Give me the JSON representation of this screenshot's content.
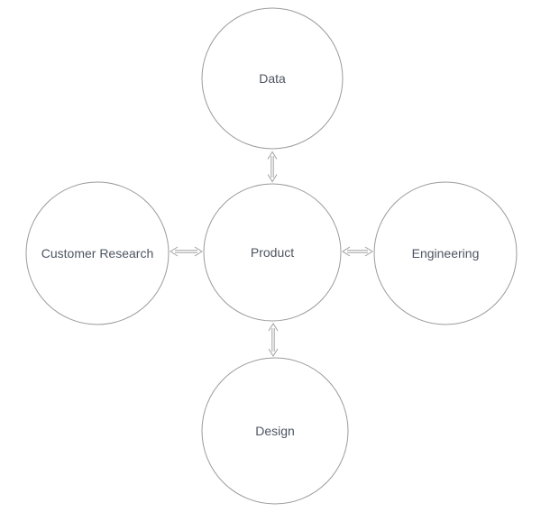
{
  "diagram": {
    "nodes": {
      "top": {
        "label": "Data"
      },
      "left": {
        "label": "Customer Research"
      },
      "center": {
        "label": "Product"
      },
      "right": {
        "label": "Engineering"
      },
      "bottom": {
        "label": "Design"
      }
    },
    "edges": [
      {
        "from": "Product",
        "to": "Data",
        "style": "double-headed-arrow"
      },
      {
        "from": "Product",
        "to": "Customer Research",
        "style": "double-headed-arrow"
      },
      {
        "from": "Product",
        "to": "Engineering",
        "style": "double-headed-arrow"
      },
      {
        "from": "Product",
        "to": "Design",
        "style": "double-headed-arrow"
      }
    ],
    "colors": {
      "background": "#ffffff",
      "shape_stroke": "#9b9b9b",
      "shape_fill": "#ffffff",
      "connector": "#a2a2a2",
      "label_text": "#4d5562"
    }
  }
}
